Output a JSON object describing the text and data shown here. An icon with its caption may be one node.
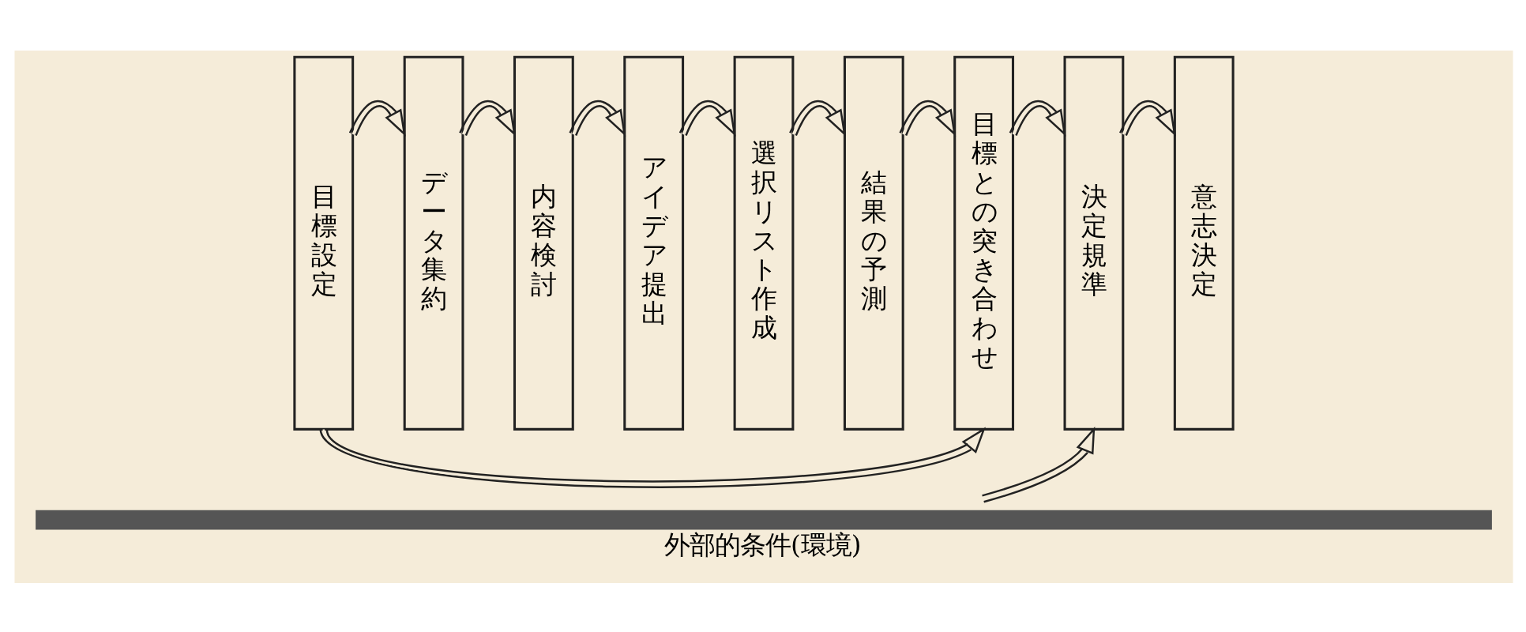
{
  "diagram": {
    "nodes": [
      {
        "text": [
          "目標設定"
        ]
      },
      {
        "text": [
          "データ集約"
        ]
      },
      {
        "text": [
          "内容検討"
        ]
      },
      {
        "text": [
          "アイデア提出"
        ]
      },
      {
        "text": [
          "選択リスト作成"
        ]
      },
      {
        "text": [
          "結果の予測"
        ]
      },
      {
        "text": [
          "目標との突き合わせ"
        ]
      },
      {
        "text": [
          "決定規準"
        ]
      },
      {
        "text": [
          "意志決定"
        ]
      },
      {
        "text": [
          "外部的条件(環境)"
        ]
      }
    ],
    "edges": [
      {
        "from": 0,
        "to": 1,
        "arrow": "to"
      },
      {
        "from": 1,
        "to": 2,
        "arrow": "to"
      },
      {
        "from": 2,
        "to": 3,
        "arrow": "to"
      },
      {
        "from": 3,
        "to": 4,
        "arrow": "to"
      },
      {
        "from": 4,
        "to": 5,
        "arrow": "to"
      },
      {
        "from": 5,
        "to": 6,
        "arrow": "to"
      },
      {
        "from": 6,
        "to": 7,
        "arrow": "to"
      },
      {
        "from": 7,
        "to": 8,
        "arrow": "to"
      },
      {
        "from": 0,
        "to": 6,
        "arrow": "to"
      },
      {
        "from": 9,
        "to": 7,
        "arrow": "to"
      }
    ]
  }
}
